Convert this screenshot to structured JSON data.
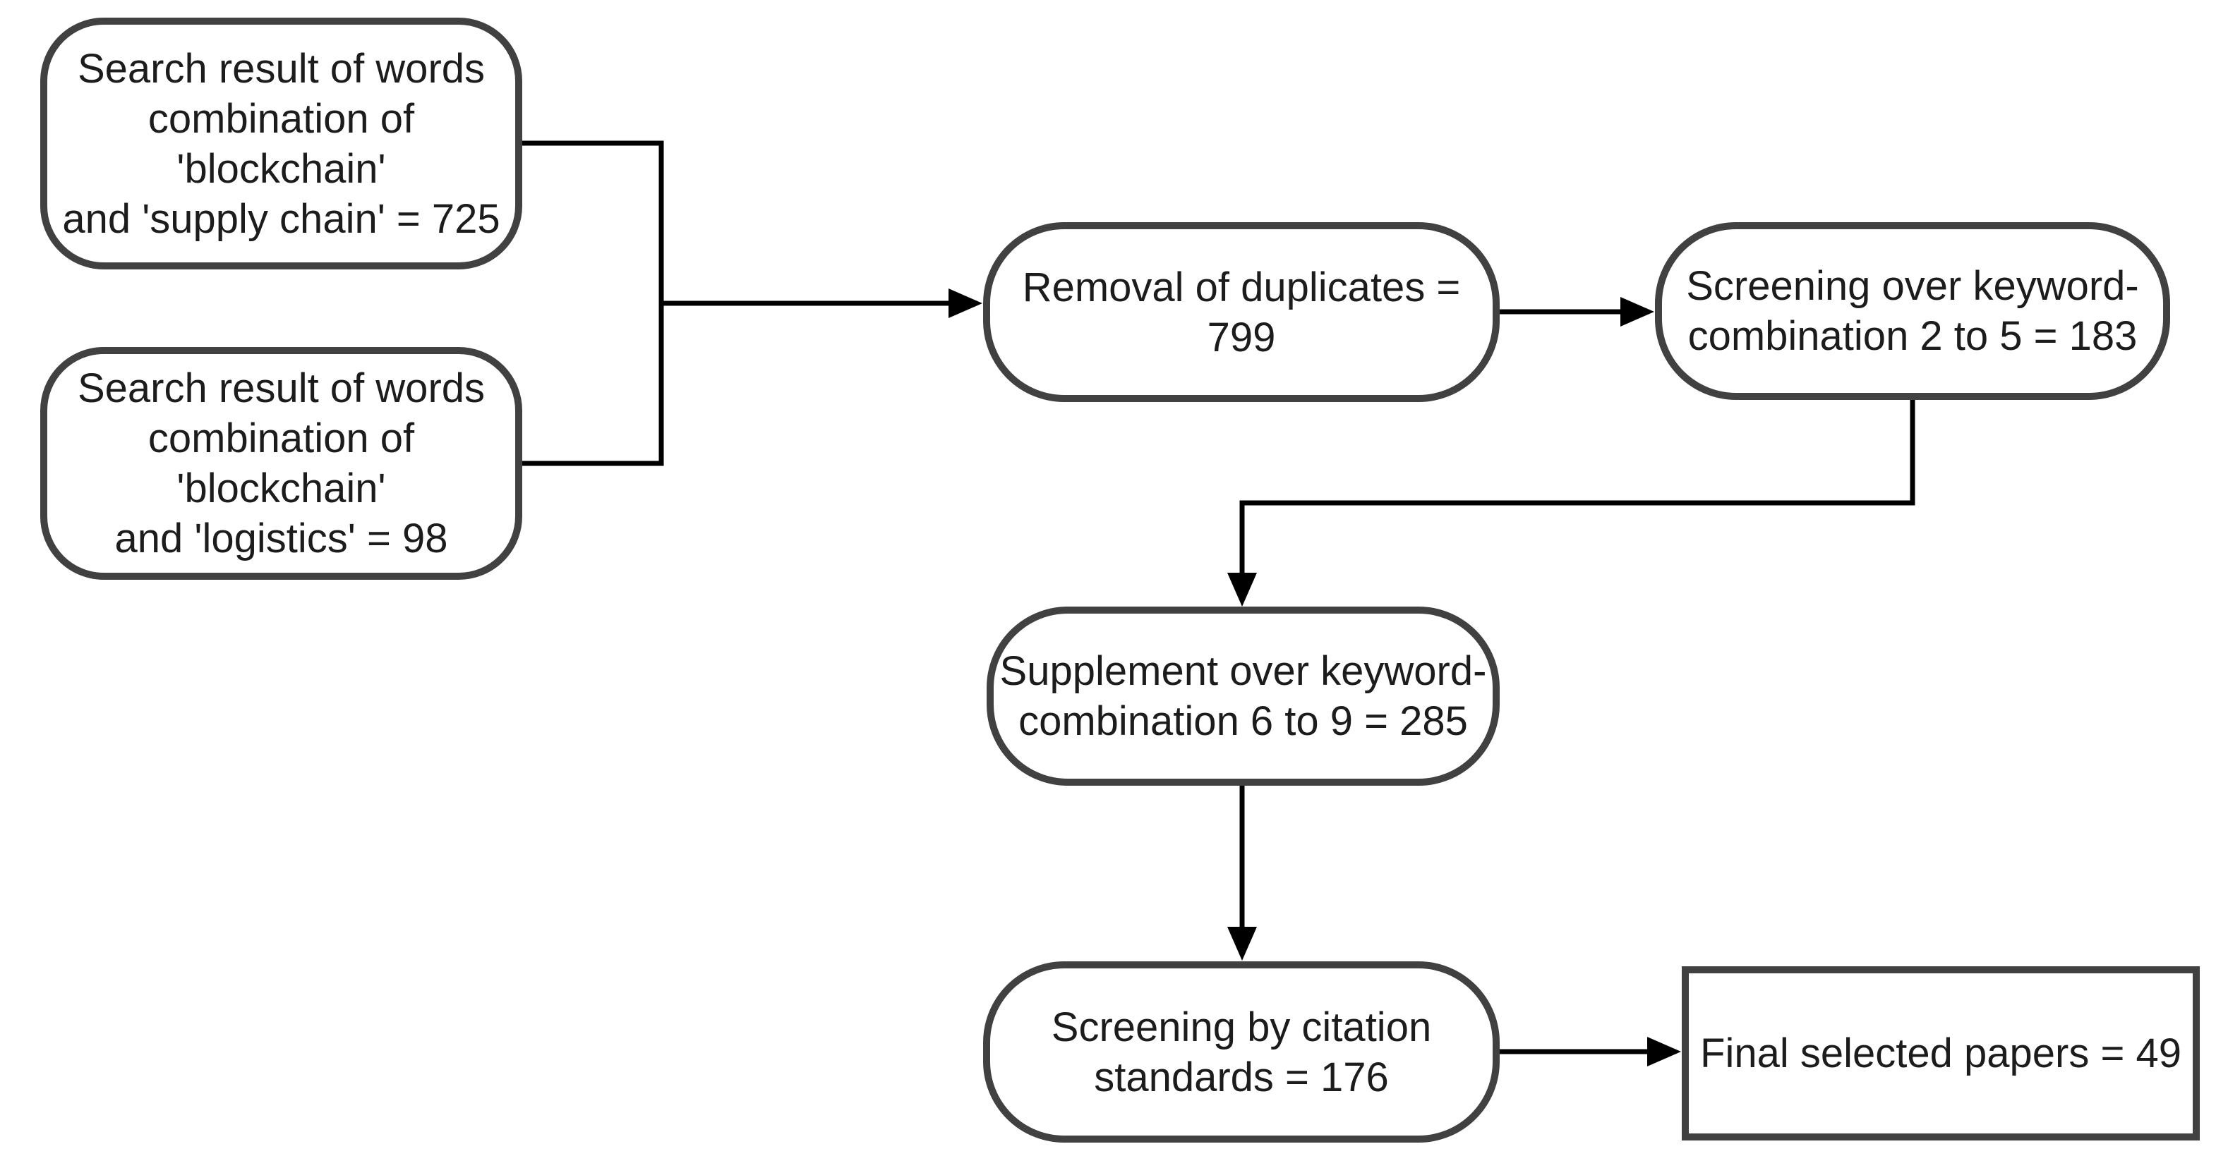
{
  "diagram": {
    "type": "flowchart",
    "colors": {
      "box_border": "#414141",
      "connector": "#000000",
      "background": "#ffffff",
      "text": "#1c1c1c"
    },
    "nodes": {
      "search_supply_chain": {
        "shape": "rounded",
        "lines": [
          "Search result of words",
          "combination of 'blockchain'",
          "and 'supply chain' = 725"
        ],
        "value": 725
      },
      "search_logistics": {
        "shape": "rounded",
        "lines": [
          "Search result of words",
          "combination of 'blockchain'",
          "and 'logistics' = 98"
        ],
        "value": 98
      },
      "removal_duplicates": {
        "shape": "rounded",
        "lines": [
          "Removal of duplicates = 799"
        ],
        "value": 799
      },
      "screening_keywords": {
        "shape": "rounded",
        "lines": [
          "Screening over keyword-",
          "combination 2 to 5 = 183"
        ],
        "value": 183
      },
      "supplement_keywords": {
        "shape": "rounded",
        "lines": [
          "Supplement over keyword-",
          "combination 6 to 9 = 285"
        ],
        "value": 285
      },
      "screening_citation": {
        "shape": "rounded",
        "lines": [
          "Screening by citation",
          "standards = 176"
        ],
        "value": 176
      },
      "final_papers": {
        "shape": "rectangle",
        "lines": [
          "Final selected papers = 49"
        ],
        "value": 49
      }
    },
    "edges": [
      {
        "from": "search_supply_chain",
        "to": "removal_duplicates",
        "via": "merge-junction",
        "arrow": true
      },
      {
        "from": "search_logistics",
        "to": "removal_duplicates",
        "via": "merge-junction",
        "arrow": true
      },
      {
        "from": "removal_duplicates",
        "to": "screening_keywords",
        "arrow": true
      },
      {
        "from": "screening_keywords",
        "to": "supplement_keywords",
        "arrow": true
      },
      {
        "from": "supplement_keywords",
        "to": "screening_citation",
        "arrow": true
      },
      {
        "from": "screening_citation",
        "to": "final_papers",
        "arrow": true
      }
    ]
  }
}
